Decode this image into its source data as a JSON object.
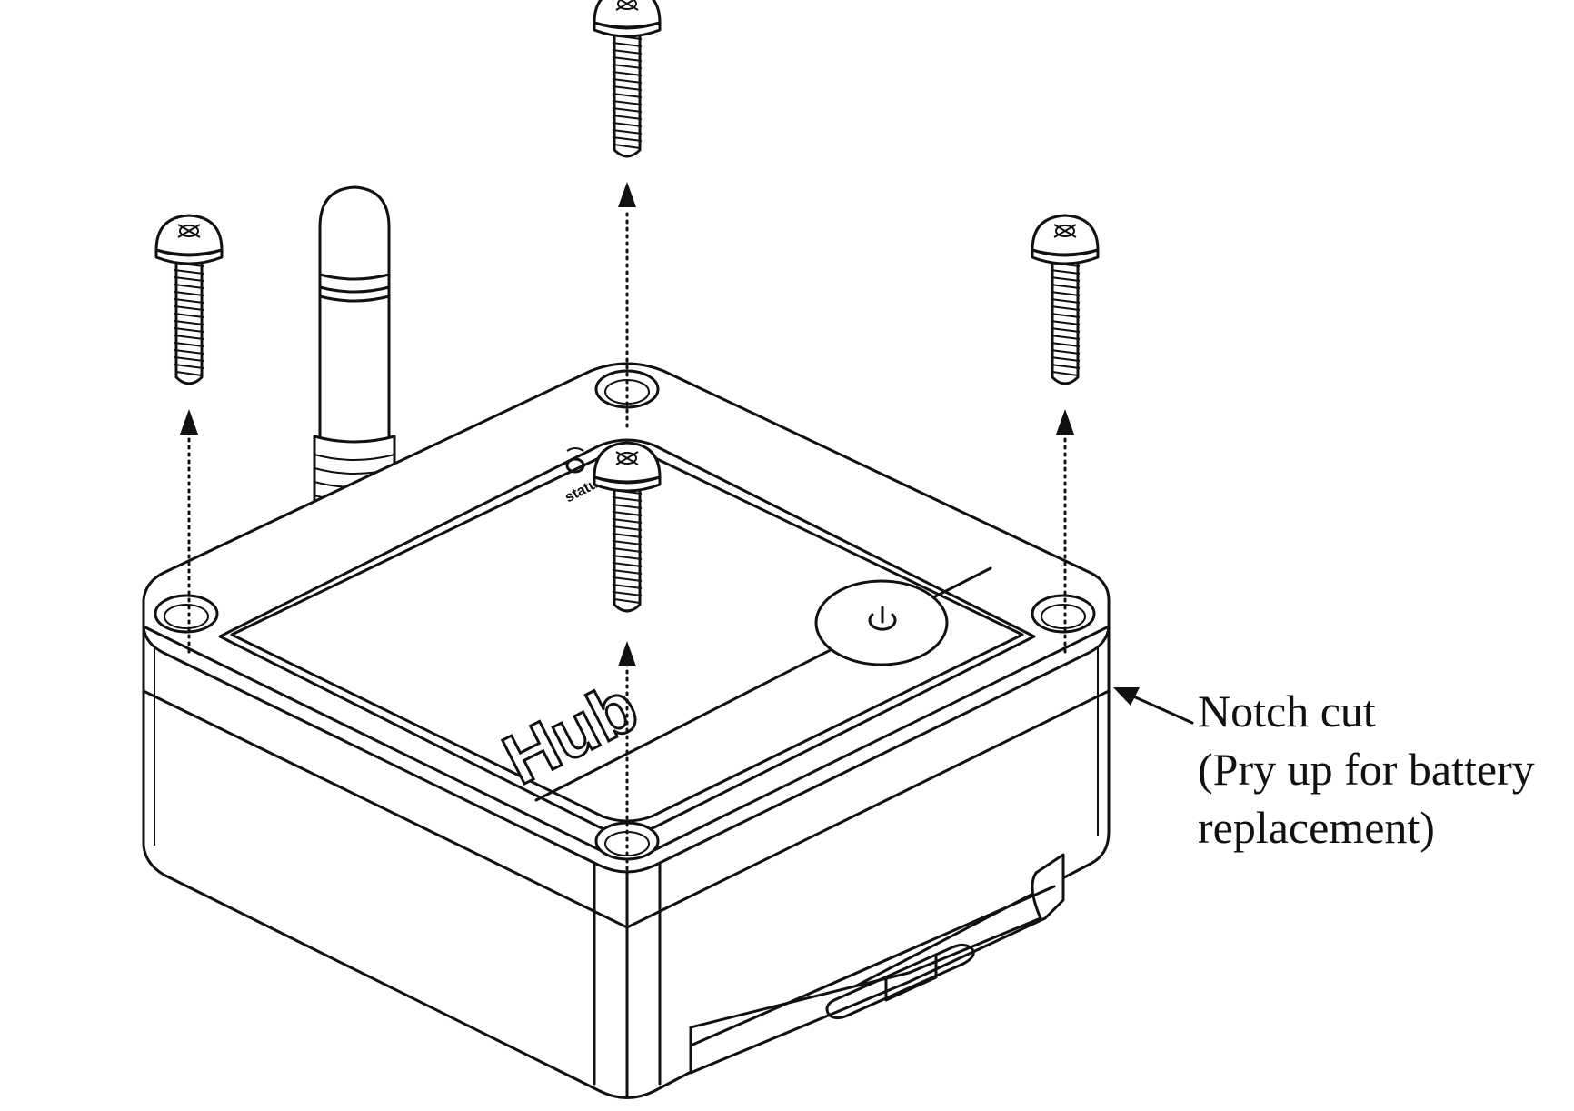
{
  "device": {
    "brand_label": "Hub",
    "led_label": "status"
  },
  "callout": {
    "lines": [
      "Notch cut",
      "(Pry up for battery",
      "replacement)"
    ]
  },
  "icons": {
    "power": "power-icon",
    "screw": "screw-icon",
    "arrow": "arrow-up-icon"
  }
}
